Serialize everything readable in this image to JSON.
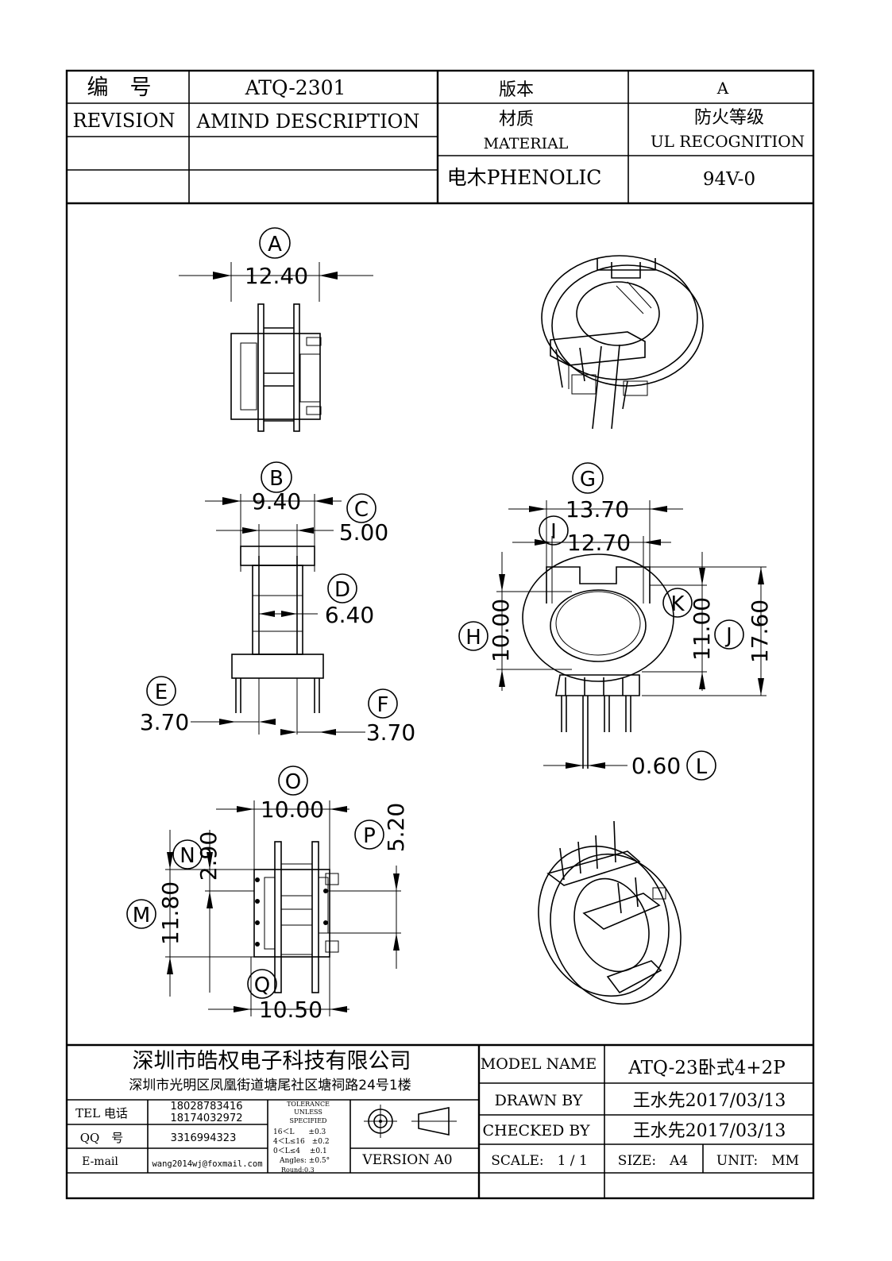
{
  "header": {
    "number_label": "编　号",
    "number_value": "ATQ-2301",
    "version_label": "版本",
    "version_value": "A",
    "revision_label": "REVISION",
    "description_label": "AMIND DESCRIPTION",
    "material_label_cn": "材质",
    "material_label_en": "MATERIAL",
    "fire_label_cn": "防火等级",
    "fire_label_en": "UL RECOGNITION",
    "material_value": "电木PHENOLIC",
    "fire_value": "94V-0"
  },
  "dimensions": {
    "A": "12.40",
    "B": "9.40",
    "C": "5.00",
    "D": "6.40",
    "E": "3.70",
    "F": "3.70",
    "G": "13.70",
    "I": "12.70",
    "H": "10.00",
    "K": "11.00",
    "J": "17.60",
    "L": "0.60",
    "O": "10.00",
    "N": "2.90",
    "M": "11.80",
    "P": "5.20",
    "Q": "10.50"
  },
  "callouts": [
    "A",
    "B",
    "C",
    "D",
    "E",
    "F",
    "G",
    "H",
    "I",
    "J",
    "K",
    "L",
    "M",
    "N",
    "O",
    "P",
    "Q"
  ],
  "title_block": {
    "company": "深圳市皓权电子科技有限公司",
    "address": "深圳市光明区凤凰街道塘尾社区塘祠路24号1楼",
    "tel_label": "TEL 电话",
    "tel_1": "18028783416",
    "tel_2": "18174032972",
    "qq_label": "QQ　号",
    "qq_value": "3316994323",
    "email_label": "E-mail",
    "email_value": "wang2014wj@foxmail.com",
    "tolerance_title_1": "TOLERANCE",
    "tolerance_title_2": "UNLESS",
    "tolerance_title_3": "SPECIFIED",
    "tol_row_1": "16＜L　　±0.3",
    "tol_row_2": "4＜L≤16　±0.2",
    "tol_row_3": "0＜L≤4　 ±0.1",
    "tol_row_4": "Angles: ±0.5°",
    "tol_row_5": "Round:0.3",
    "version": "VERSION A0",
    "model_label": "MODEL NAME",
    "model_value": "ATQ-23卧式4+2P",
    "drawn_label": "DRAWN BY",
    "drawn_value": "王水先2017/03/13",
    "checked_label": "CHECKED BY",
    "checked_value": "王水先2017/03/13",
    "scale_label": "SCALE:　1 / 1",
    "size_label": "SIZE:　A4",
    "unit_label": "UNIT:　MM"
  }
}
